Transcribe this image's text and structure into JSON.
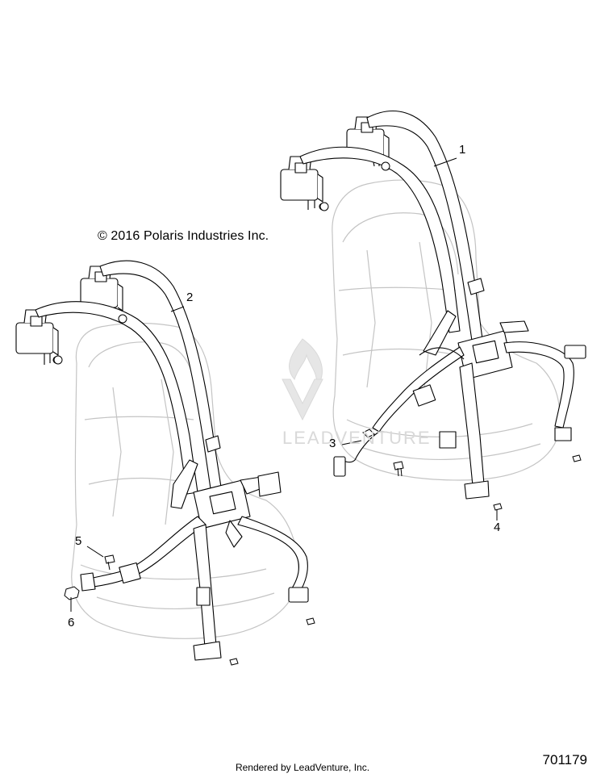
{
  "copyright": "© 2016 Polaris Industries Inc.",
  "diagram_number": "701179",
  "rendered_by": "Rendered by LeadVenture, Inc.",
  "watermark_text": "LEADVENTURE",
  "callouts": [
    {
      "label": "1"
    },
    {
      "label": "2"
    },
    {
      "label": "3"
    },
    {
      "label": "4"
    },
    {
      "label": "5"
    },
    {
      "label": "6"
    }
  ],
  "colors": {
    "line": "#000000",
    "seat_outline": "#bfbfbf",
    "watermark": "#d9d9d9"
  }
}
